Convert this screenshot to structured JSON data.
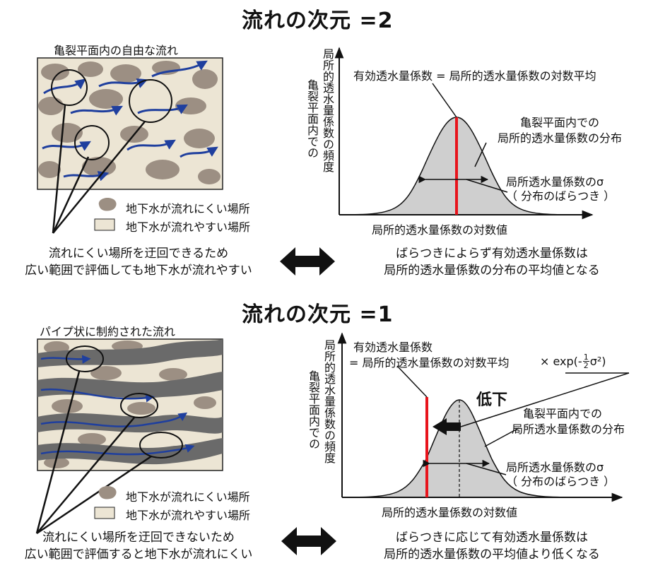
{
  "section1": {
    "title": "流れの次元 =2",
    "panel_label": "亀裂平面内の自由な流れ",
    "legend_dark": "地下水が流れにくい場所",
    "legend_light": "地下水が流れやすい場所",
    "left_caption_1": "流れにくい場所を迂回できるため",
    "left_caption_2": "広い範囲で評価しても地下水が流れやすい",
    "graph_ylabel_1": "亀裂平面内での",
    "graph_ylabel_2": "局所的透水量係数の頻度",
    "graph_xlabel": "局所的透水量係数の対数値",
    "effective_label": "有効透水量係数 = 局所的透水量係数の対数平均",
    "dist_label_1": "亀裂平面内での",
    "dist_label_2": "局所的透水量係数の分布",
    "sigma_label_1": "局所透水量係数のσ",
    "sigma_label_2": "（ 分布のばらつき ）",
    "right_caption_1": "ばらつきによらず有効透水量係数は",
    "right_caption_2": "局所的透水量係数の分布の平均値となる"
  },
  "section2": {
    "title": "流れの次元 =1",
    "panel_label": "パイプ状に制約された流れ",
    "legend_dark": "地下水が流れにくい場所",
    "legend_light": "地下水が流れやすい場所",
    "left_caption_1": "流れにくい場所を迂回できないため",
    "left_caption_2": "広い範囲で評価すると地下水が流れにくい",
    "graph_ylabel_1": "亀裂平面内での",
    "graph_ylabel_2": "局所的透水量係数の頻度",
    "graph_xlabel": "局所的透水量係数の対数値",
    "effective_label_1": "有効透水量係数",
    "effective_label_2": "= 局所的透水量係数の対数平均",
    "formula": "× exp(-",
    "formula_num": "1",
    "formula_den": "2",
    "formula_tail": "σ²)",
    "decrease_label": "低下",
    "dist_label_1": "亀裂平面内での",
    "dist_label_2": "局所透水量係数の分布",
    "sigma_label_1": "局所透水量係数のσ",
    "sigma_label_2": "（ 分布のばらつき ）",
    "right_caption_1": "ばらつきに応じて有効透水量係数は",
    "right_caption_2": "局所的透水量係数の平均値より低くなる"
  },
  "colors": {
    "sand": "#ece5d4",
    "stone": "#9c8f83",
    "pipe": "#6a6a6a",
    "arrow": "#1f3f9e",
    "red": "#e8141c",
    "curve_fill": "#cfcfcf"
  }
}
